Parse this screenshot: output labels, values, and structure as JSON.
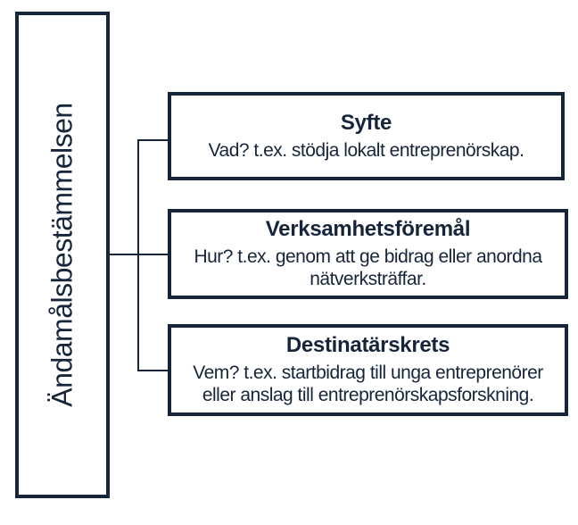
{
  "colors": {
    "ink": "#16253a",
    "background": "#ffffff"
  },
  "diagram": {
    "root": {
      "label": "Ändamålsbestämmelsen"
    },
    "nodes": [
      {
        "title": "Syfte",
        "body": "Vad? t.ex. stödja lokalt entreprenörskap."
      },
      {
        "title": "Verksamhetsföremål",
        "body": "Hur? t.ex. genom att ge bidrag eller anordna\nnätverksträffar."
      },
      {
        "title": "Destinatärskrets",
        "body": "Vem? t.ex. startbidrag till unga entreprenörer\neller anslag till entreprenörskapsforskning."
      }
    ]
  }
}
